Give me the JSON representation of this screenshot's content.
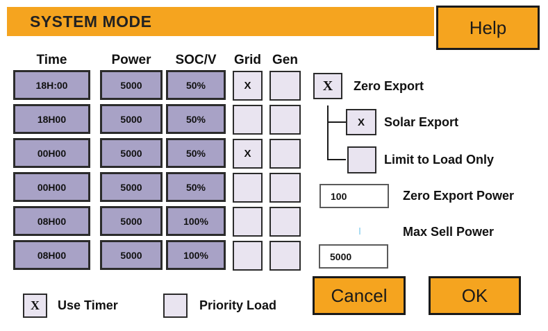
{
  "header": {
    "title": "SYSTEM MODE",
    "help_label": "Help"
  },
  "table": {
    "headers": [
      "Time",
      "Power",
      "SOC/V",
      "Grid",
      "Gen"
    ],
    "rows": [
      {
        "time": "18H:00",
        "power": "5000",
        "soc": "50%",
        "grid": "X",
        "gen": ""
      },
      {
        "time": "18H00",
        "power": "5000",
        "soc": "50%",
        "grid": "",
        "gen": ""
      },
      {
        "time": "00H00",
        "power": "5000",
        "soc": "50%",
        "grid": "X",
        "gen": ""
      },
      {
        "time": "00H00",
        "power": "5000",
        "soc": "50%",
        "grid": "",
        "gen": ""
      },
      {
        "time": "08H00",
        "power": "5000",
        "soc": "100%",
        "grid": "",
        "gen": ""
      },
      {
        "time": "08H00",
        "power": "5000",
        "soc": "100%",
        "grid": "",
        "gen": ""
      }
    ]
  },
  "export_panel": {
    "zero_export": {
      "label": "Zero Export",
      "mark": "X"
    },
    "solar_export": {
      "label": "Solar Export",
      "mark": "X"
    },
    "limit_to_load": {
      "label": "Limit to Load Only",
      "mark": ""
    },
    "zero_export_power": {
      "label": "Zero Export Power",
      "value": "100"
    },
    "max_sell_power": {
      "label": "Max Sell Power",
      "value": "5000"
    }
  },
  "footer": {
    "use_timer": {
      "label": "Use Timer",
      "mark": "X"
    },
    "priority_load": {
      "label": "Priority Load",
      "mark": ""
    },
    "cancel_label": "Cancel",
    "ok_label": "OK"
  },
  "colors": {
    "accent_orange": "#F5A41F",
    "cell_purple": "#A8A2C6",
    "checkbox_lavender": "#E9E4F0",
    "border_dark": "#2B2B2B",
    "input_border_gray": "#5A5A5A",
    "cursor_blue": "#AADCF2"
  }
}
